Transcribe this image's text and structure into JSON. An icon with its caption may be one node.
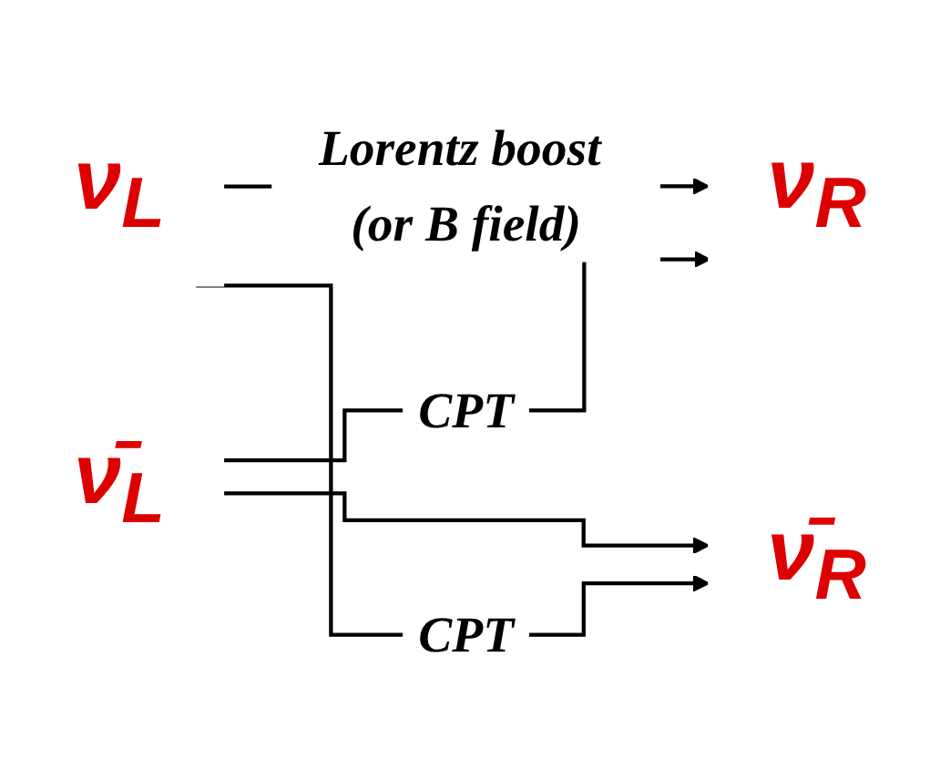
{
  "diagram": {
    "nodes": [
      {
        "text": [
          "ν$_{L}$"
        ]
      },
      {
        "text": [
          "ν̄$_{R}$"
        ]
      },
      {
        "text": [
          "ν̄$_{L}$"
        ]
      },
      {
        "text": [
          "ν$_{R}$"
        ]
      }
    ],
    "edges": [
      {
        "from": 0,
        "to": 3,
        "arrow": "to",
        "label": "Lorentz boost (or B field)"
      },
      {
        "from": 2,
        "to": 1,
        "arrow": "to"
      },
      {
        "from": 0,
        "to": 1,
        "arrow": "to",
        "label": "CPT"
      },
      {
        "from": 2,
        "to": 3,
        "arrow": "to",
        "label": "CPT"
      }
    ]
  }
}
